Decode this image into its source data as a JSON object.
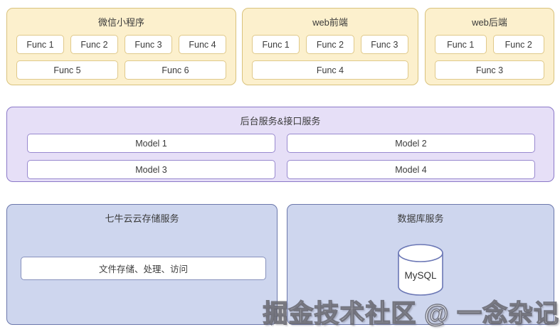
{
  "top_panels": [
    {
      "title": "微信小程序",
      "rows": [
        [
          "Func 1",
          "Func 2",
          "Func 3",
          "Func 4"
        ],
        [
          "Func 5",
          "Func 6"
        ]
      ]
    },
    {
      "title": "web前端",
      "rows": [
        [
          "Func 1",
          "Func 2",
          "Func 3"
        ],
        [
          "Func 4"
        ]
      ]
    },
    {
      "title": "web后端",
      "rows": [
        [
          "Func 1",
          "Func 2"
        ],
        [
          "Func 3"
        ]
      ]
    }
  ],
  "middle_panel": {
    "title": "后台服务&接口服务",
    "items": [
      "Model 1",
      "Model 2",
      "Model 3",
      "Model 4"
    ]
  },
  "bottom_panels": [
    {
      "title": "七牛云云存储服务",
      "item": "文件存储、处理、访问"
    },
    {
      "title": "数据库服务",
      "db_label": "MySQL",
      "icon": "database-cylinder-icon"
    }
  ],
  "watermark": {
    "text": "掘金技术社区 @ 一念杂记"
  },
  "colors": {
    "yellow_bg": "#fcf0cd",
    "yellow_border": "#d9c27c",
    "yellow_inner_border": "#e0c98a",
    "purple_bg": "#e6dff7",
    "purple_border": "#8a78c8",
    "purple_inner_border": "#9889cf",
    "blue_bg": "#ced6ee",
    "blue_border": "#6b77ab",
    "blue_inner_border": "#8791bd",
    "text": "#3a3a3a",
    "cylinder_stroke": "#6b77b5"
  }
}
